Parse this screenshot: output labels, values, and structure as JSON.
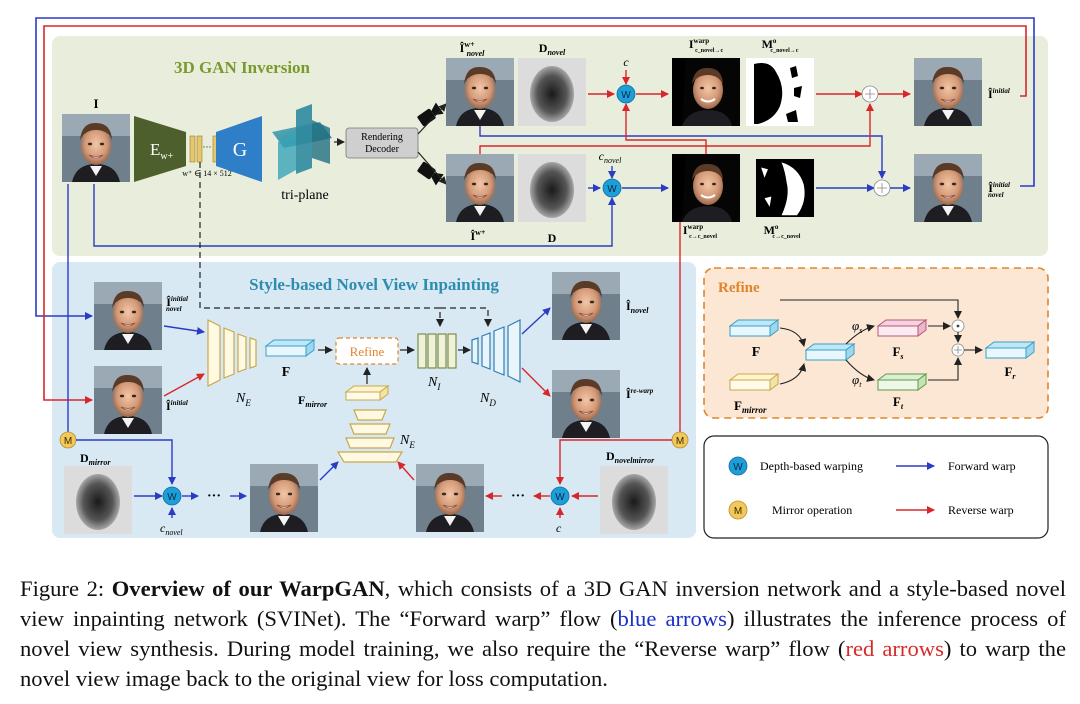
{
  "figure": {
    "gan_panel_title": "3D GAN Inversion",
    "svi_panel_title": "Style-based Novel View Inpainting",
    "refine_panel_title": "Refine",
    "labels": {
      "input_I": "I",
      "encoder_E": "E",
      "encoder_E_sub": "w+",
      "latent_dim": "w⁺ ∈ 14 × 512",
      "latent_dots": "···",
      "generator_G": "G",
      "triplane": "tri-plane",
      "rendering_decoder_line1": "Rendering",
      "rendering_decoder_line2": "Decoder",
      "cam_c_novel": "c_novel",
      "cam_c": "c",
      "I_hat_novel_w": "Î",
      "I_hat_novel_w_sup": "w+",
      "I_hat_novel_w_sub": "novel",
      "D_novel": "D",
      "D_novel_sub": "novel",
      "I_hat_w": "Î",
      "I_hat_w_sup": "w+",
      "D": "D",
      "c_top": "c",
      "c_novel_mid": "c",
      "c_novel_mid_sub": "novel",
      "warp_top": "I",
      "warp_top_sup": "warp",
      "warp_top_sub": "c_novel→c",
      "mask_top": "M",
      "mask_top_sup": "o",
      "mask_top_sub": "c_novel→c",
      "warp_bot": "I",
      "warp_bot_sup": "warp",
      "warp_bot_sub": "c→c_novel",
      "mask_bot": "M",
      "mask_bot_sup": "o",
      "mask_bot_sub": "c→c_novel",
      "I_hat_initial": "Î",
      "I_hat_initial_sup": "initial",
      "I_hat_novel_initial": "Î",
      "I_hat_novel_initial_sup": "initial",
      "I_hat_novel_initial_sub": "novel",
      "N_E": "N",
      "N_E_sub": "E",
      "F": "F",
      "refine_box": "Refine",
      "N_I": "N",
      "N_I_sub": "I",
      "N_D": "N",
      "N_D_sub": "D",
      "F_mirror": "F",
      "F_mirror_sub": "mirror",
      "N_E2": "N",
      "N_E2_sub": "E",
      "out_novel": "Î",
      "out_novel_sub": "novel",
      "out_rewarp": "Î",
      "out_rewarp_sup": "re-warp",
      "D_mirror": "D",
      "D_mirror_sub": "mirror",
      "D_novel_mirror": "D",
      "D_novel_mirror_sub": "novelmirror",
      "c_novel_bottom": "c",
      "c_novel_bottom_sub": "novel",
      "c_bottom": "c",
      "dots": "···",
      "M": "M",
      "W": "W",
      "phi_s": "φ",
      "phi_s_sub": "s",
      "phi_t": "φ",
      "phi_t_sub": "t",
      "F_s": "F",
      "F_s_sub": "s",
      "F_t": "F",
      "F_t_sub": "t",
      "F_r": "F",
      "F_r_sub": "r",
      "F_mirror_refine": "F",
      "F_mirror_refine_sub": "mirror",
      "F_refine": "F"
    },
    "legend": {
      "depth_warping": "Depth-based warping",
      "mirror_op": "Mirror operation",
      "forward_warp": "Forward warp",
      "reverse_warp": "Reverse warp"
    },
    "colors": {
      "blue_arrow": "#2b3cc4",
      "red_arrow": "#d8272b",
      "gan_panel": "#e9eedc",
      "svi_panel": "#d9e9f3",
      "refine_panel": "#fbe7d3",
      "refine_orange": "#e0852c",
      "w_node": "#1e9ed8",
      "m_node": "#f2c85b",
      "encoder_green": "#4d5f2c",
      "generator_blue": "#2f7ec8",
      "triplane_teal": "#2d8a9e"
    }
  },
  "caption": {
    "part1": "Figure 2: ",
    "bold": "Overview of our WarpGAN",
    "part2": ", which consists of a 3D GAN inversion network and a style-based novel view inpainting network (SVINet). The “Forward warp” flow (",
    "blue": "blue arrows",
    "part3": ") illustrates the inference process of novel view synthesis. During model training, we also require the “Reverse warp” flow (",
    "red": "red arrows",
    "part4": ") to warp the novel view image back to the original view for loss computation."
  }
}
